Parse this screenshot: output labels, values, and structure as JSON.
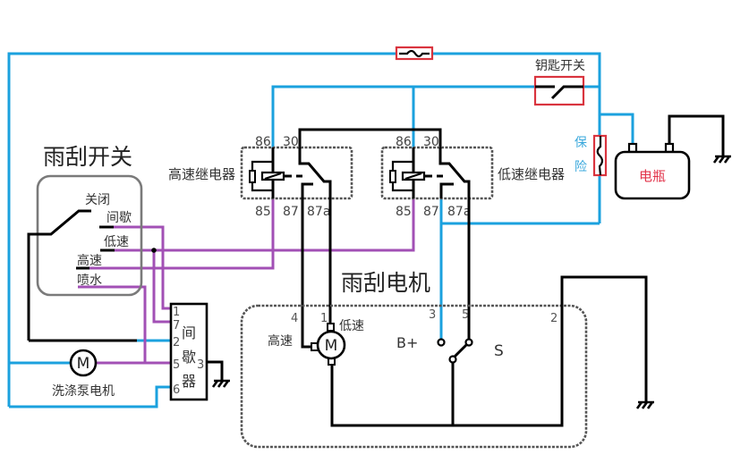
{
  "wiper_switch": {
    "title": "雨刮开关",
    "positions": {
      "off": "关闭",
      "intermittent": "间歇",
      "low": "低速",
      "high": "高速",
      "washer": "喷水"
    }
  },
  "high_relay": {
    "name": "高速继电器",
    "pins": {
      "p86": "86",
      "p30": "30",
      "p85": "85",
      "p87": "87",
      "p87a": "87a"
    }
  },
  "low_relay": {
    "name": "低速继电器",
    "pins": {
      "p86": "86",
      "p30": "30",
      "p85": "85",
      "p87": "87",
      "p87a": "87a"
    }
  },
  "key_switch": {
    "label": "钥匙开关"
  },
  "fuse": {
    "label_top": "保",
    "label_bottom": "险"
  },
  "battery": {
    "label": "电瓶"
  },
  "intermittent_relay": {
    "chars": [
      "间",
      "歇",
      "器"
    ],
    "pins": {
      "p1": "1",
      "p7": "7",
      "p2": "2",
      "p5": "5",
      "p6": "6",
      "p3": "3"
    }
  },
  "washer_pump": {
    "symbol": "M",
    "label": "洗涤泵电机"
  },
  "wiper_motor": {
    "title": "雨刮电机",
    "symbol": "M",
    "pins": {
      "p4": "4",
      "p1": "1",
      "p3": "3",
      "p5": "5",
      "p2": "2"
    },
    "labels": {
      "high": "高速",
      "low": "低速",
      "b_plus": "B+",
      "s": "S"
    }
  },
  "colors": {
    "power_wire": "#1ba1de",
    "switch_wire": "#a250b5",
    "control_wire": "#000000",
    "fuse_and_key_box": "#d9343e",
    "battery_label": "#e2334a",
    "fuse_label": "#3aa8dc"
  }
}
